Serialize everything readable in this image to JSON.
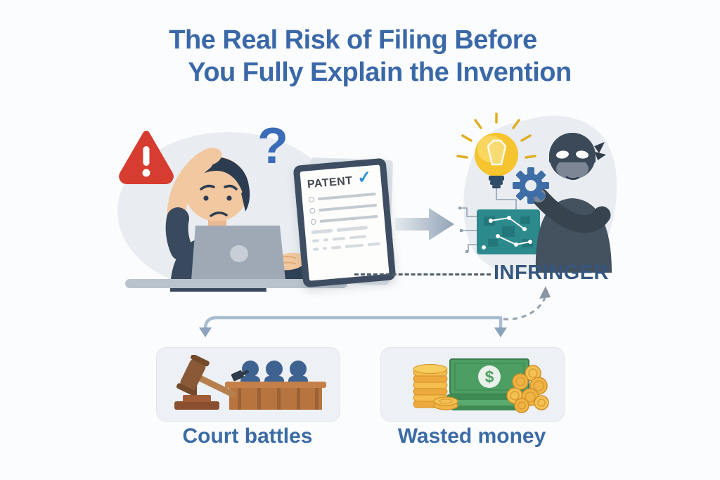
{
  "title": {
    "line1": "The Real Risk of Filing Before",
    "line2": "You Fully Explain the Invention"
  },
  "inventor_scene": {
    "question_mark": "?",
    "warning_exclamation": "!"
  },
  "patent_doc": {
    "label": "PATENT",
    "checkmark": "✓"
  },
  "infringer": {
    "label": "INFRINGER"
  },
  "outcomes": [
    {
      "label": "Court battles"
    },
    {
      "label": "Wasted money"
    }
  ],
  "money": {
    "dollar_sign": "$"
  },
  "icons": {
    "warning": "warning-triangle-icon",
    "question": "question-mark-icon",
    "patent_check": "checkmark-icon",
    "flow_arrow": "right-arrow-icon",
    "lightbulb": "lightbulb-icon",
    "gear": "gear-icon",
    "circuit": "circuit-board-icon",
    "thief": "masked-thief-icon",
    "gavel": "gavel-icon",
    "judges": "judges-bench-icon",
    "coins": "gold-coins-icon",
    "bill": "dollar-bill-icon"
  },
  "colors": {
    "background": "#fbfcfd",
    "title_blue": "#3a68a8",
    "label_blue": "#3a6ba6",
    "infringer_blue": "#35577f",
    "warning_red": "#d63c2f",
    "question_blue": "#3a6cb8",
    "check_blue": "#2b8fd6",
    "blob_gray": "#e9edf2",
    "connector_gray": "#a9bdd0",
    "bulb_yellow": "#f5c42e",
    "gear_blue": "#3f6ea7",
    "circuit_teal": "#2c8a8c",
    "coin_gold": "#f0b445",
    "bill_green": "#4d9e63",
    "wood_brown": "#b5804d"
  }
}
